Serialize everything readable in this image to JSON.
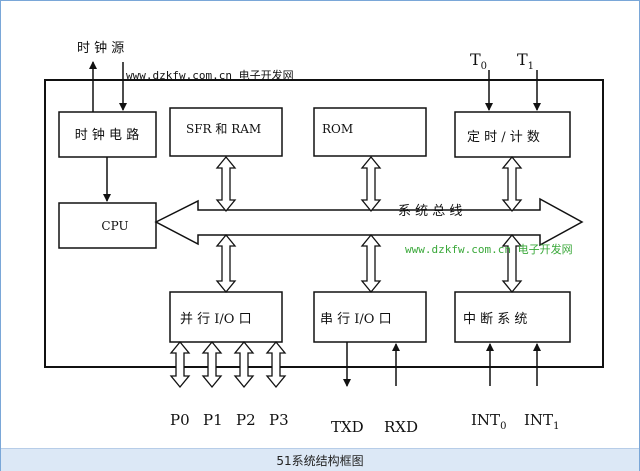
{
  "blocks": {
    "clock_circuit": "时 钟 电 路",
    "sfr_ram": "SFR 和 RAM",
    "rom": "ROM",
    "timer_counter": "定 时 / 计 数",
    "cpu": "CPU",
    "parallel_io": "并 行 I/O 口",
    "serial_io": "串 行 I/O 口",
    "interrupt": "中 断 系 统"
  },
  "signals": {
    "clock_source": "时 钟 源",
    "t0": "T",
    "t0_sub": "0",
    "t1": "T",
    "t1_sub": "1",
    "p0": "P0",
    "p1": "P1",
    "p2": "P2",
    "p3": "P3",
    "txd": "TXD",
    "rxd": "RXD",
    "int0": "INT",
    "int0_sub": "0",
    "int1": "INT",
    "int1_sub": "1"
  },
  "bus_label": "系 统 总 线",
  "watermarks": [
    "www.dzkfw.com.cn 电子开发网",
    "www.dzkfw.com.cn 电子开发网"
  ],
  "caption": "51系统结构框图",
  "colors": {
    "frame_border": "#7aa7d8",
    "caption_bar": "#dce8f6",
    "watermark_green": "#3aa83a"
  }
}
